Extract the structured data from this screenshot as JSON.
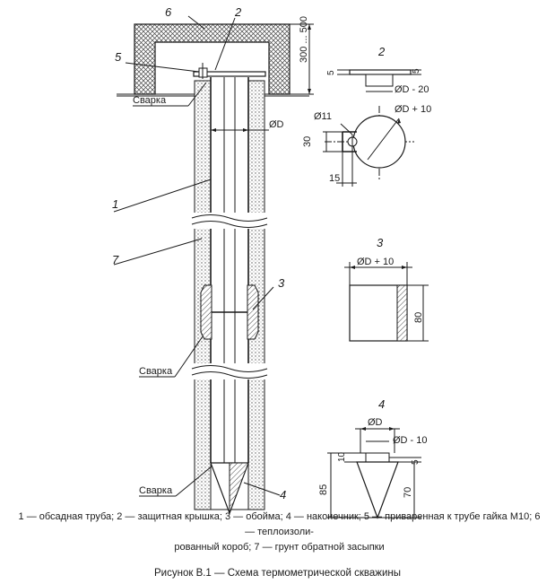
{
  "labels": {
    "n1": "1",
    "n2": "2",
    "n3": "3",
    "n4": "4",
    "n5": "5",
    "n6": "6",
    "n7": "7",
    "svarka": "Сварка",
    "od": "ØD",
    "d_300_500": "300 ... 500",
    "d5": "5",
    "d_od20": "ØD - 20",
    "d_od11": "Ø11",
    "d_odp10": "ØD + 10",
    "d30": "30",
    "d15": "15",
    "d80": "80",
    "d10": "10",
    "d_od10": "ØD - 10",
    "d85": "85",
    "d70": "70"
  },
  "legend_line1": "1 — обсадная труба; 2 — защитная крышка; 3 — обойма; 4 — наконечник; 5 — приваренная к трубе гайка М10; 6 — теплоизоли-",
  "legend_line2": "рованный короб; 7 — грунт обратной засыпки",
  "figure_title": "Рисунок В.1 — Схема термометрической скважины"
}
